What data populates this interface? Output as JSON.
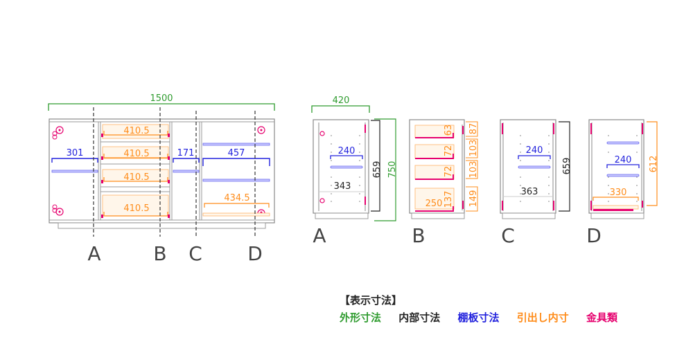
{
  "colors": {
    "outer": "#2e9b2e",
    "inner": "#222222",
    "shelf": "#2222dd",
    "drawer": "#ff8c1a",
    "hardware": "#e6006e",
    "frame": "#888888"
  },
  "front_view": {
    "overall_width": "1500",
    "left_shelf_width": "301",
    "drawer_widths": [
      "410.5",
      "410.5",
      "410.5",
      "410.5"
    ],
    "mid_shelf_width": "171",
    "right_shelf_width": "457",
    "right_drawer_width": "434.5",
    "section_markers": [
      "A",
      "B",
      "C",
      "D"
    ]
  },
  "sections": {
    "A": {
      "label": "A",
      "depth": "420",
      "shelf_depth": "240",
      "inner_depth": "343",
      "inner_height": "659",
      "outer_height": "750"
    },
    "B": {
      "label": "B",
      "drawer_inner_heights": [
        "63",
        "72",
        "72",
        "137"
      ],
      "drawer_heights": [
        "87",
        "103",
        "103",
        "149"
      ],
      "drawer_depth": "250"
    },
    "C": {
      "label": "C",
      "shelf_depth": "240",
      "inner_depth": "363",
      "inner_height": "659"
    },
    "D": {
      "label": "D",
      "shelf_depth": "240",
      "drawer_depth": "330",
      "inner_height": "612"
    }
  },
  "legend": {
    "title": "【表示寸法】",
    "items": [
      {
        "label": "外形寸法",
        "color": "#2e9b2e"
      },
      {
        "label": "内部寸法",
        "color": "#222222"
      },
      {
        "label": "棚板寸法",
        "color": "#2222dd"
      },
      {
        "label": "引出し内寸",
        "color": "#ff8c1a"
      },
      {
        "label": "金具類",
        "color": "#e6006e"
      }
    ]
  }
}
